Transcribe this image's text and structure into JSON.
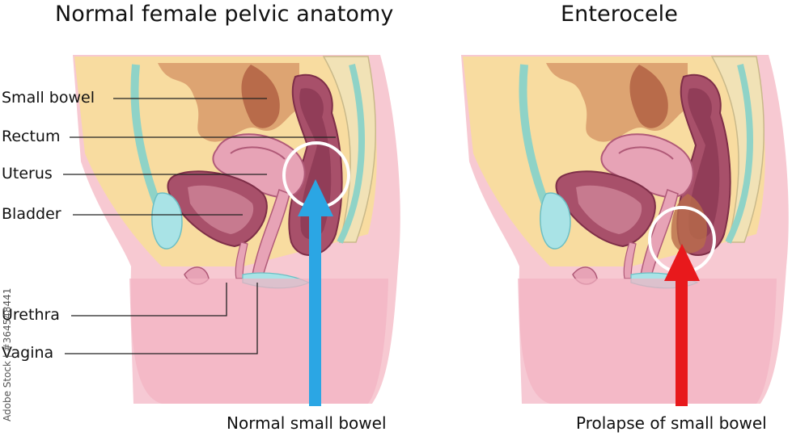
{
  "titles": {
    "left": "Normal female pelvic anatomy",
    "right": "Enterocele"
  },
  "labels": {
    "small_bowel": "Small bowel",
    "rectum": "Rectum",
    "uterus": "Uterus",
    "bladder": "Bladder",
    "urethra": "Urethra",
    "vagina": "Vagina"
  },
  "captions": {
    "left": "Normal small bowel",
    "right": "Prolapse of small bowel"
  },
  "watermark": "Adobe Stock | #364548441",
  "colors": {
    "skin": "#f7c9d2",
    "fat": "#f8dca0",
    "bowel": "#b86b4a",
    "organ": "#a8506a",
    "organ_light": "#e7a3b6",
    "bladder_fluid": "#a9e3e6",
    "normal_arrow": "#2ba6e4",
    "prolapse_arrow": "#e8191c",
    "marker_circle": "#ffffff"
  }
}
